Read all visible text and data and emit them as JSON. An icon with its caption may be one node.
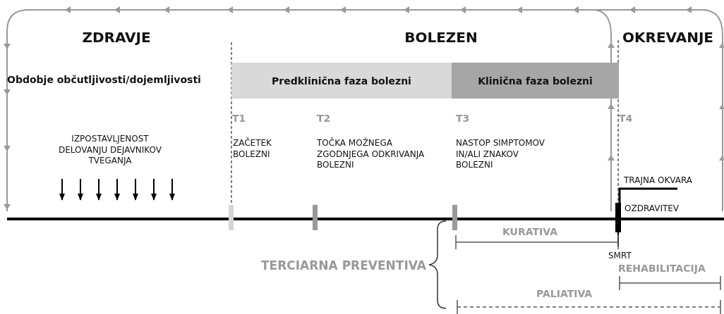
{
  "diagram": {
    "nodes": [
      {
        "text": [
          "Predklinična faza bolezni"
        ]
      },
      {
        "text": [
          "Klinična faza bolezni"
        ]
      }
    ],
    "labels": [
      "ZDRAVJE",
      "BOLEZEN",
      "OKREVANJE",
      "Obdobje občutljivosti/dojemljivosti",
      "T1",
      "T2",
      "T3",
      "T4",
      "IZPOSTAVLJENOST DELOVANJU DEJAVNIKOV TVEGANJA",
      "ZAČETEK BOLEZNI",
      "TOČKA MOŽNEGA ZGODNJEGA ODKRIVANJA BOLEZNI",
      "NASTOP SIMPTOMOV IN/ALI ZNAKOV BOLEZNI",
      "TRAJNA OKVARA",
      "OZDRAVITEV",
      "KURATIVA",
      "TERCIARNA PREVENTIVA",
      "SMRT",
      "REHABILITACIJA",
      "PALIATIVA"
    ]
  }
}
